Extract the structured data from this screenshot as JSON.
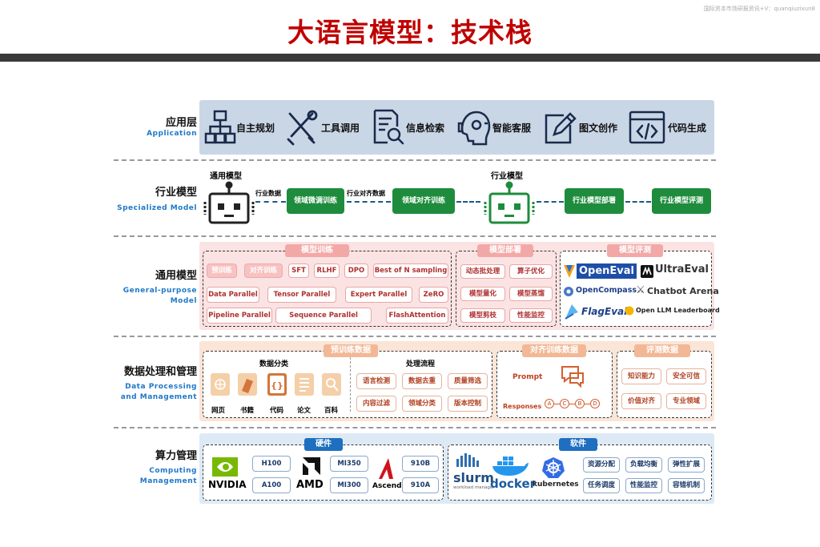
{
  "title": "大语言模型：技术栈",
  "watermark": "国际资本市场研报资讯+V：quanqiuzixun8",
  "rows": {
    "app": {
      "zh": "应用层",
      "en": "Application"
    },
    "specialized": {
      "zh": "行业模型",
      "en": "Specialized Model"
    },
    "general": {
      "zh": "通用模型",
      "en1": "General-purpose",
      "en2": "Model"
    },
    "data": {
      "zh": "数据处理和管理",
      "en1": "Data Processing",
      "en2": "and Management"
    },
    "compute": {
      "zh": "算力管理",
      "en1": "Computing",
      "en2": "Management"
    }
  },
  "application": {
    "items": [
      "自主规划",
      "工具调用",
      "信息检索",
      "智能客服",
      "图文创作",
      "代码生成"
    ],
    "icons": [
      "hierarchy-icon",
      "tools-icon",
      "document-search-icon",
      "headset-icon",
      "edit-icon",
      "code-icon"
    ]
  },
  "specialized": {
    "general_model": "通用模型",
    "industry_model": "行业模型",
    "data1": "行业数据",
    "step1": "领域微调训练",
    "data2": "行业对齐数据",
    "step2": "领域对齐训练",
    "step3": "行业模型部署",
    "step4": "行业模型评测"
  },
  "general": {
    "training": {
      "header": "模型训练",
      "row1": [
        "预训练",
        "对齐训练",
        "SFT",
        "RLHF",
        "DPO",
        "Best of N sampling"
      ],
      "row2": [
        "Data Parallel",
        "Tensor Parallel",
        "Expert Parallel",
        "ZeRO"
      ],
      "row3": [
        "Pipeline Parallel",
        "Sequence Parallel",
        "FlashAttention"
      ]
    },
    "deploy": {
      "header": "模型部署",
      "items": [
        "动态批处理",
        "算子优化",
        "模型量化",
        "模型蒸馏",
        "模型剪枝",
        "性能监控"
      ]
    },
    "eval": {
      "header": "模型评测",
      "items": [
        "OpenEval",
        "UltraEval",
        "OpenCompass",
        "Chatbot Arena",
        "FlagEval",
        "Open LLM Leaderboard"
      ]
    }
  },
  "data": {
    "pretrain": {
      "header": "预训练数据",
      "category_title": "数据分类",
      "categories": [
        "网页",
        "书籍",
        "代码",
        "论文",
        "百科"
      ],
      "process_title": "处理流程",
      "process": [
        "语言检测",
        "数据去重",
        "质量筛选",
        "内容过滤",
        "领域分类",
        "版本控制"
      ]
    },
    "align": {
      "header": "对齐训练数据",
      "prompt": "Prompt",
      "responses": "Responses",
      "seq": [
        "A",
        "C",
        "B",
        "D"
      ]
    },
    "evaldata": {
      "header": "评测数据",
      "items": [
        "知识能力",
        "安全可信",
        "价值对齐",
        "专业领域"
      ]
    }
  },
  "compute": {
    "hardware_header": "硬件",
    "software_header": "软件",
    "nvidia": {
      "logo": "NVIDIA",
      "chips": [
        "H100",
        "A100"
      ]
    },
    "amd": {
      "logo": "AMD",
      "chips": [
        "MI350",
        "MI300"
      ]
    },
    "ascend": {
      "logo": "Ascend",
      "chips": [
        "910B",
        "910A"
      ]
    },
    "slurm": {
      "logo": "slurm",
      "sub": "workload manager"
    },
    "docker": "docker",
    "kubernetes": "kubernetes",
    "functions": [
      "资源分配",
      "负载均衡",
      "弹性扩展",
      "任务调度",
      "性能监控",
      "容错机制"
    ]
  },
  "colors": {
    "title": "#c00000",
    "green": "#1e8c3c",
    "blue": "#1e6fc0",
    "app_bg": "#c9d6e6",
    "pink_bg": "#fbe3e3",
    "orange_bg": "#fbe5d6",
    "compute_bg": "#ddeaf6"
  }
}
